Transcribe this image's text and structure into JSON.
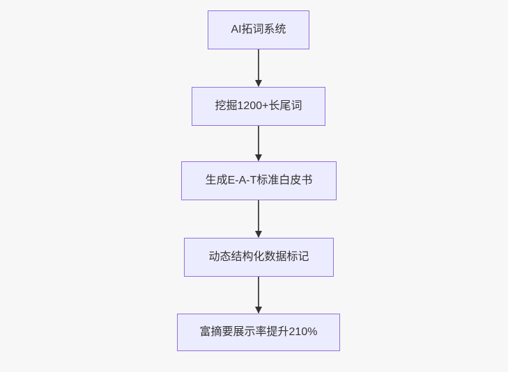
{
  "diagram": {
    "type": "flowchart",
    "direction": "top-down",
    "nodes": [
      {
        "id": "n1",
        "label": "AI拓词系统"
      },
      {
        "id": "n2",
        "label": "挖掘1200+长尾词"
      },
      {
        "id": "n3",
        "label": "生成E-A-T标准白皮书"
      },
      {
        "id": "n4",
        "label": "动态结构化数据标记"
      },
      {
        "id": "n5",
        "label": "富摘要展示率提升210%"
      }
    ],
    "edges": [
      {
        "from": "n1",
        "to": "n2"
      },
      {
        "from": "n2",
        "to": "n3"
      },
      {
        "from": "n3",
        "to": "n4"
      },
      {
        "from": "n4",
        "to": "n5"
      }
    ],
    "colors": {
      "node_fill": "#ECECFF",
      "node_border": "#9370DB",
      "arrow_color": "#333333",
      "text_color": "#333333",
      "background": "#f7f7f7"
    }
  }
}
